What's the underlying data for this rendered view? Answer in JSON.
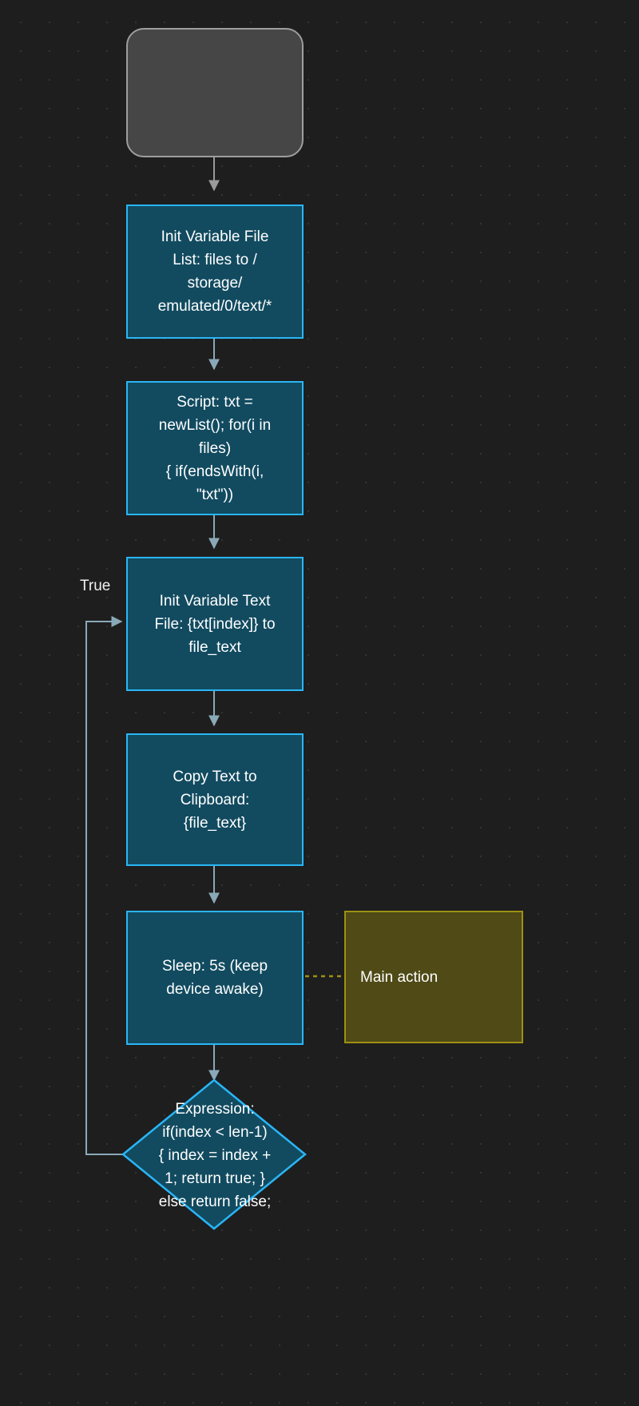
{
  "diagram": {
    "title": "Android text file clipboard automation flowchart",
    "background_color": "#1e1e1e",
    "accent_color": "#29b6f6",
    "node_fill": "#124b60",
    "note_fill": "#4f4a16",
    "note_border": "#9e9113",
    "start_fill": "#464646",
    "start_border": "#9e9e9e",
    "connector_color": "#8aa9b8",
    "text_color": "#ffffff"
  },
  "nodes": {
    "start": {
      "label": "",
      "shape": "rounded-rect"
    },
    "init_file_list": {
      "label": "Init Variable File\nList: files to /\nstorage/\nemulated/0/text/*",
      "shape": "rect"
    },
    "script": {
      "label": "Script: txt =\nnewList(); for(i in\nfiles)\n{ if(endsWith(i,\n\"txt\"))",
      "shape": "rect"
    },
    "init_text_file": {
      "label": "Init Variable Text\nFile: {txt[index]} to\nfile_text",
      "shape": "rect"
    },
    "copy_clipboard": {
      "label": "Copy Text to\nClipboard:\n{file_text}",
      "shape": "rect"
    },
    "sleep": {
      "label": "Sleep: 5s (keep\ndevice awake)",
      "shape": "rect"
    },
    "main_action_note": {
      "label": "Main action",
      "shape": "note"
    },
    "expression": {
      "label": "Expression:\nif(index < len-1)\n{ index = index +\n1; return true; }\nelse return false;",
      "shape": "diamond"
    }
  },
  "edges": [
    {
      "from": "start",
      "to": "init_file_list",
      "label": "",
      "style": "solid-arrow"
    },
    {
      "from": "init_file_list",
      "to": "script",
      "label": "",
      "style": "solid-arrow"
    },
    {
      "from": "script",
      "to": "init_text_file",
      "label": "",
      "style": "solid-arrow"
    },
    {
      "from": "init_text_file",
      "to": "copy_clipboard",
      "label": "",
      "style": "solid-arrow"
    },
    {
      "from": "copy_clipboard",
      "to": "sleep",
      "label": "",
      "style": "solid-arrow"
    },
    {
      "from": "sleep",
      "to": "expression",
      "label": "",
      "style": "solid-arrow"
    },
    {
      "from": "sleep",
      "to": "main_action_note",
      "label": "",
      "style": "dashed"
    },
    {
      "from": "expression",
      "to": "init_text_file",
      "label": "True",
      "style": "solid-arrow-loop"
    }
  ],
  "edge_labels": {
    "true_label": "True"
  }
}
